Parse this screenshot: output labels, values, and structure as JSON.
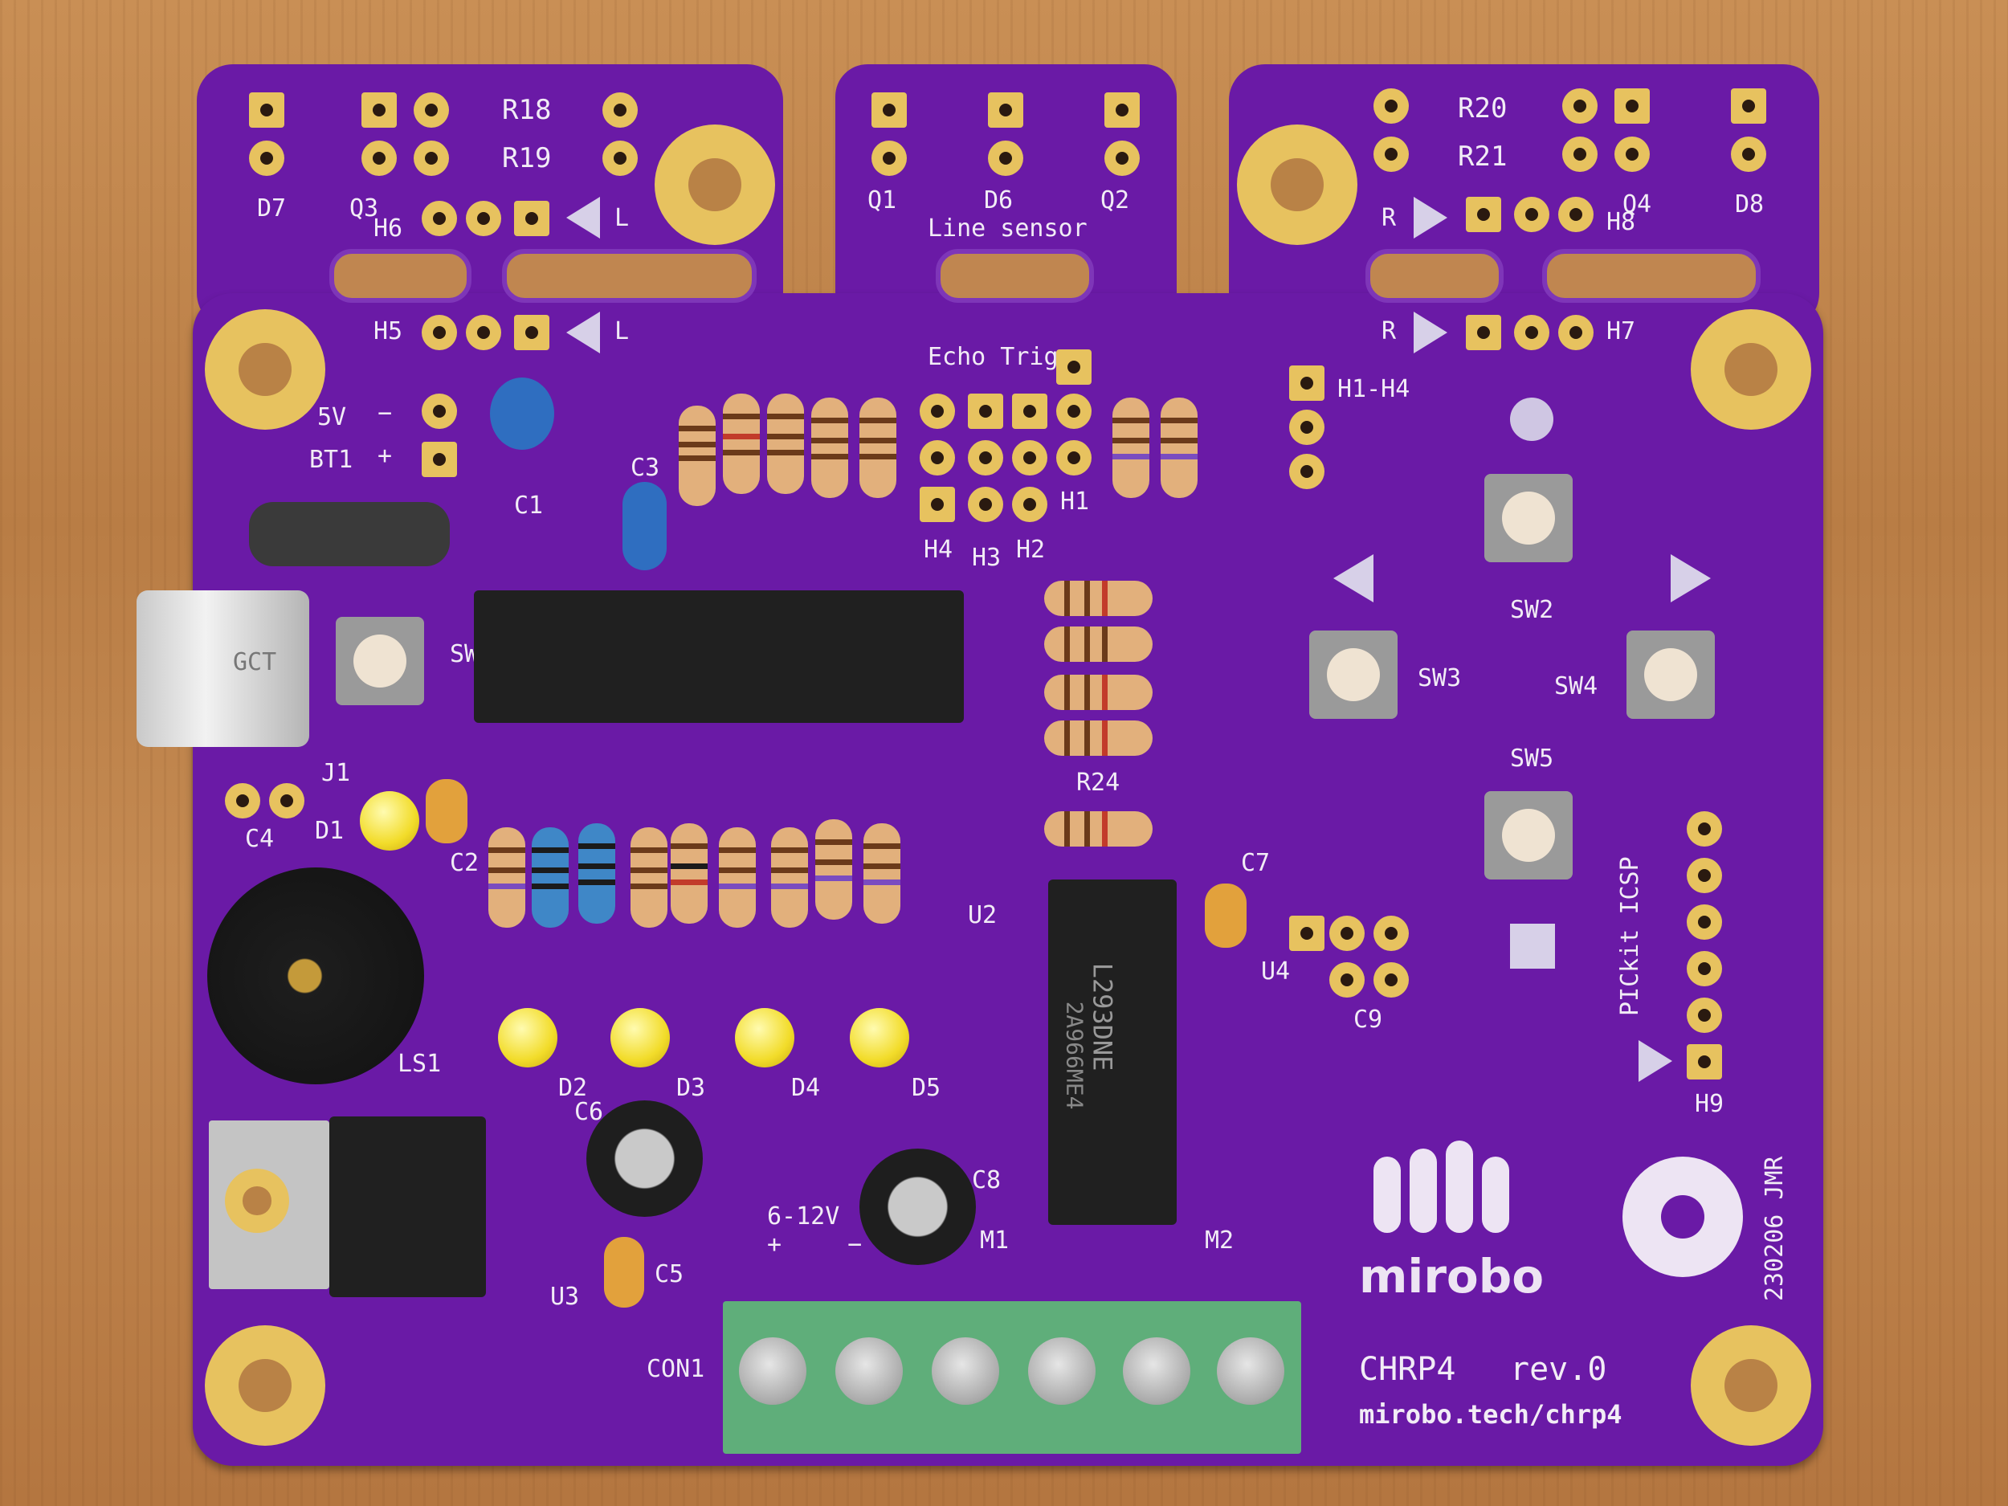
{
  "board": {
    "name": "CHRP4",
    "revision": "rev.0",
    "url": "mirobo.tech/chrp4",
    "date_code": "230206 JMR",
    "logo_text": "mirobo",
    "pcb_color": "#6a1aa6",
    "silk_color": "#f2ecf6"
  },
  "labels": {
    "d7": "D7",
    "q3": "Q3",
    "r18": "R18",
    "r19": "R19",
    "h6": "H6",
    "l1": "L",
    "q1": "Q1",
    "d6": "D6",
    "q2": "Q2",
    "line_sensor": "Line sensor",
    "r20": "R20",
    "r21": "R21",
    "q4": "Q4",
    "d8": "D8",
    "r1": "R",
    "h8": "H8",
    "h5": "H5",
    "l2": "L",
    "r2": "R",
    "h7": "H7",
    "v5": "5V",
    "bt1": "BT1",
    "minus": "−",
    "plus": "+",
    "c1": "C1",
    "c3": "C3",
    "echo_trig": "Echo Trig",
    "h1": "H1",
    "h2": "H2",
    "h3": "H3",
    "h4": "H4",
    "h1_h4": "H1-H4",
    "sw1": "SW1",
    "j1": "J1",
    "c4": "C4",
    "d1": "D1",
    "c2": "C2",
    "ls1": "LS1",
    "sw2": "SW2",
    "sw3": "SW3",
    "sw4": "SW4",
    "sw5": "SW5",
    "r24": "R24",
    "u2": "U2",
    "c7": "C7",
    "u4": "U4",
    "c9": "C9",
    "pickit": "PICkit ICSP",
    "h9": "H9",
    "d2": "D2",
    "d3": "D3",
    "d4": "D4",
    "d5": "D5",
    "c6": "C6",
    "c5": "C5",
    "u3": "U3",
    "c8": "C8",
    "supply": "6-12V",
    "supply_plus": "+",
    "supply_minus": "−",
    "m1": "M1",
    "m2": "M2",
    "con1": "CON1",
    "chip_text": "L293DNE",
    "chip_code": "2A966ME4",
    "usb_text": "GCT"
  }
}
